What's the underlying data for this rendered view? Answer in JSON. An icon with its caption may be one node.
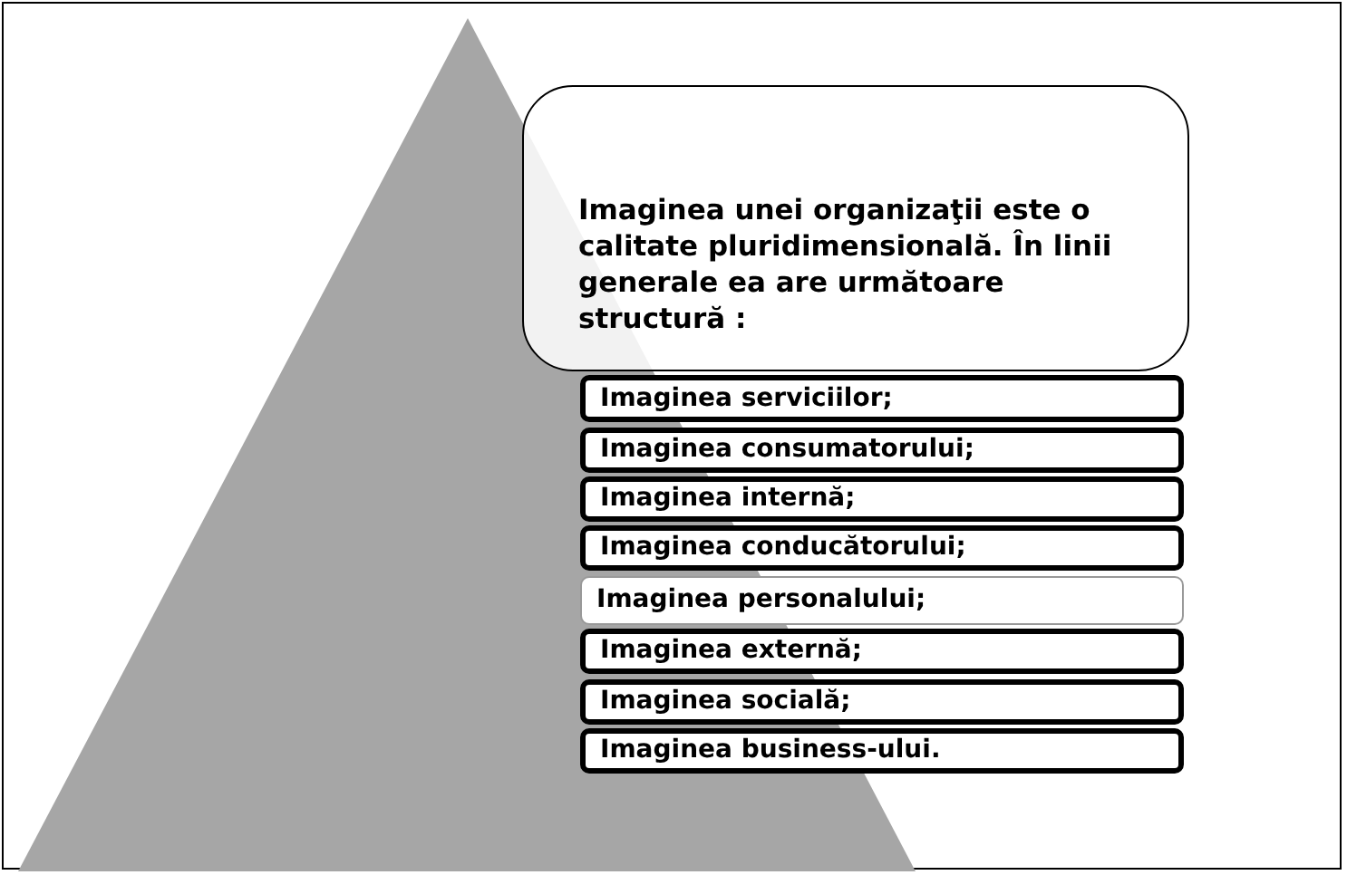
{
  "diagram": {
    "nodes": [
      {
        "text": [
          "Imaginea unei organizaţii este o calitate pluridimensională. În linii generale ea are următoare structură :"
        ]
      },
      {
        "text": [
          "Imaginea serviciilor;"
        ]
      },
      {
        "text": [
          "Imaginea consumatorului;"
        ]
      },
      {
        "text": [
          "Imaginea internă;"
        ]
      },
      {
        "text": [
          "Imaginea conducătorului;"
        ]
      },
      {
        "text": [
          "Imaginea personalului;"
        ]
      },
      {
        "text": [
          "Imaginea externă;"
        ]
      },
      {
        "text": [
          "Imaginea socială;"
        ]
      },
      {
        "text": [
          "Imaginea business-ului."
        ]
      }
    ]
  }
}
